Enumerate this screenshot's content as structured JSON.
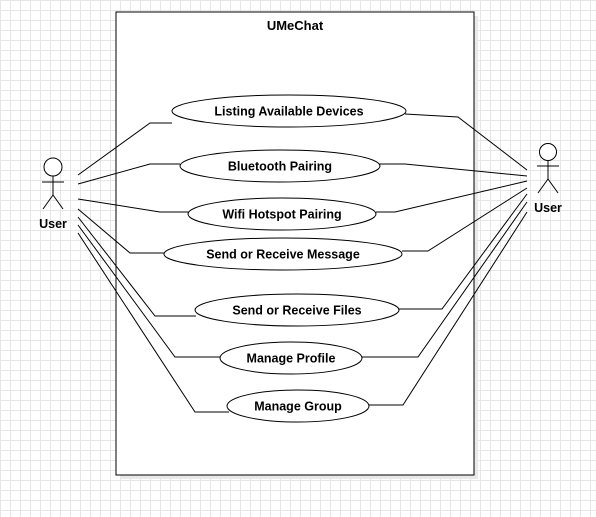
{
  "system": {
    "title": "UMeChat"
  },
  "actors": {
    "left": {
      "name": "User"
    },
    "right": {
      "name": "User"
    }
  },
  "use_cases": [
    {
      "label": "Listing Available Devices"
    },
    {
      "label": "Bluetooth Pairing"
    },
    {
      "label": "Wifi Hotspot Pairing"
    },
    {
      "label": "Send or Receive Message"
    },
    {
      "label": "Send or Receive Files"
    },
    {
      "label": "Manage Profile"
    },
    {
      "label": "Manage Group"
    }
  ]
}
